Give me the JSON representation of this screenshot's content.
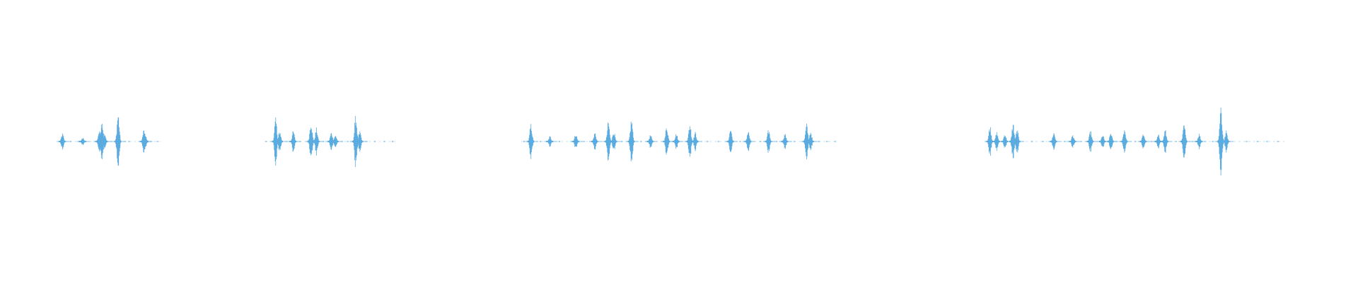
{
  "waveform": {
    "color": "#5aace0",
    "baseline": 0,
    "segments": [
      {
        "name": "waveform-segment-1",
        "start": 0.044,
        "end": 0.118,
        "bursts": [
          {
            "t": 0.046,
            "a": 0.06
          },
          {
            "t": 0.061,
            "a": 0.03
          },
          {
            "t": 0.073,
            "a": 0.08
          },
          {
            "t": 0.075,
            "a": 0.16
          },
          {
            "t": 0.077,
            "a": 0.07
          },
          {
            "t": 0.087,
            "a": 0.22
          },
          {
            "t": 0.106,
            "a": 0.09
          },
          {
            "t": 0.107,
            "a": 0.05
          }
        ],
        "dots": [
          0.052,
          0.058,
          0.063,
          0.082,
          0.092,
          0.095,
          0.103,
          0.111,
          0.116
        ]
      },
      {
        "name": "waveform-segment-2",
        "start": 0.195,
        "end": 0.291,
        "bursts": [
          {
            "t": 0.203,
            "a": 0.17
          },
          {
            "t": 0.206,
            "a": 0.08
          },
          {
            "t": 0.216,
            "a": 0.08
          },
          {
            "t": 0.229,
            "a": 0.16
          },
          {
            "t": 0.233,
            "a": 0.1
          },
          {
            "t": 0.244,
            "a": 0.07
          },
          {
            "t": 0.247,
            "a": 0.05
          },
          {
            "t": 0.262,
            "a": 0.2
          },
          {
            "t": 0.265,
            "a": 0.08
          }
        ],
        "dots": [
          0.196,
          0.211,
          0.221,
          0.238,
          0.252,
          0.256,
          0.27,
          0.276,
          0.283,
          0.289
        ]
      },
      {
        "name": "waveform-segment-3",
        "start": 0.384,
        "end": 0.617,
        "bursts": [
          {
            "t": 0.391,
            "a": 0.13
          },
          {
            "t": 0.405,
            "a": 0.04
          },
          {
            "t": 0.424,
            "a": 0.06
          },
          {
            "t": 0.438,
            "a": 0.07
          },
          {
            "t": 0.448,
            "a": 0.15
          },
          {
            "t": 0.452,
            "a": 0.08
          },
          {
            "t": 0.465,
            "a": 0.17
          },
          {
            "t": 0.479,
            "a": 0.05
          },
          {
            "t": 0.491,
            "a": 0.12
          },
          {
            "t": 0.498,
            "a": 0.06
          },
          {
            "t": 0.508,
            "a": 0.14
          },
          {
            "t": 0.512,
            "a": 0.07
          },
          {
            "t": 0.538,
            "a": 0.1
          },
          {
            "t": 0.551,
            "a": 0.08
          },
          {
            "t": 0.566,
            "a": 0.09
          },
          {
            "t": 0.578,
            "a": 0.06
          },
          {
            "t": 0.594,
            "a": 0.13
          },
          {
            "t": 0.597,
            "a": 0.07
          }
        ],
        "dots": [
          0.386,
          0.398,
          0.412,
          0.43,
          0.458,
          0.472,
          0.521,
          0.529,
          0.545,
          0.56,
          0.572,
          0.585,
          0.603,
          0.609,
          0.615
        ]
      },
      {
        "name": "waveform-segment-4",
        "start": 0.726,
        "end": 0.946,
        "bursts": [
          {
            "t": 0.729,
            "a": 0.12
          },
          {
            "t": 0.734,
            "a": 0.07
          },
          {
            "t": 0.74,
            "a": 0.06
          },
          {
            "t": 0.746,
            "a": 0.14
          },
          {
            "t": 0.749,
            "a": 0.09
          },
          {
            "t": 0.776,
            "a": 0.07
          },
          {
            "t": 0.79,
            "a": 0.05
          },
          {
            "t": 0.803,
            "a": 0.08
          },
          {
            "t": 0.812,
            "a": 0.05
          },
          {
            "t": 0.818,
            "a": 0.07
          },
          {
            "t": 0.828,
            "a": 0.1
          },
          {
            "t": 0.842,
            "a": 0.06
          },
          {
            "t": 0.853,
            "a": 0.05
          },
          {
            "t": 0.858,
            "a": 0.09
          },
          {
            "t": 0.872,
            "a": 0.13
          },
          {
            "t": 0.883,
            "a": 0.06
          },
          {
            "t": 0.899,
            "a": 0.28
          },
          {
            "t": 0.903,
            "a": 0.08
          }
        ],
        "dots": [
          0.76,
          0.768,
          0.784,
          0.796,
          0.822,
          0.836,
          0.848,
          0.866,
          0.878,
          0.893,
          0.918,
          0.926,
          0.933,
          0.941
        ]
      }
    ]
  }
}
